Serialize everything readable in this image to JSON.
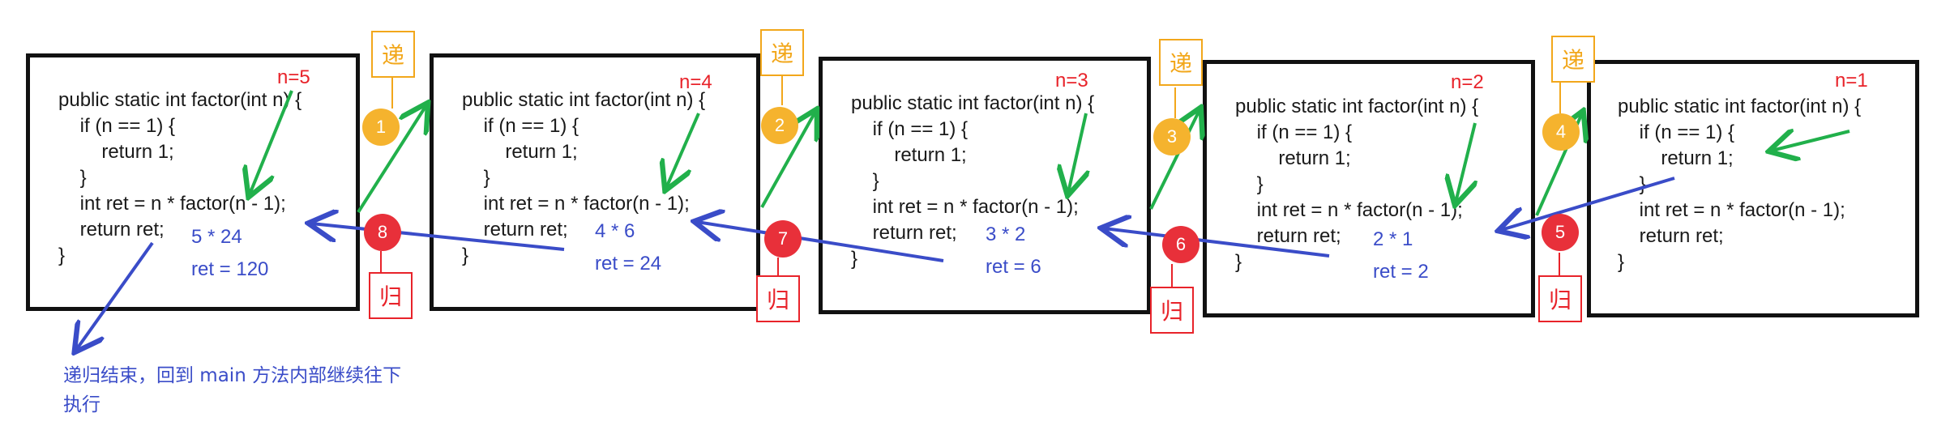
{
  "colors": {
    "frame": "#111111",
    "code": "#1a1a1a",
    "n_label": "#e8232a",
    "calc": "#3a4cc8",
    "recurse_arrow": "#21b04b",
    "return_arrow": "#3a4cc8",
    "di_tag": "#f2a71b",
    "gui_tag": "#e8232a",
    "badge_orange": "#f5b32e",
    "badge_red": "#e8303a"
  },
  "code_lines": [
    "public static int factor(int n) {",
    "    if (n == 1) {",
    "        return 1;",
    "    }",
    "    int ret = n * factor(n - 1);",
    "    return ret;",
    "}"
  ],
  "frames": [
    {
      "n_label": "n=5",
      "calc": "5 * 24",
      "ret": "ret = 120"
    },
    {
      "n_label": "n=4",
      "calc": "4 * 6",
      "ret": "ret = 24"
    },
    {
      "n_label": "n=3",
      "calc": "3 * 2",
      "ret": "ret = 6"
    },
    {
      "n_label": "n=2",
      "calc": "2 * 1",
      "ret": "ret = 2"
    },
    {
      "n_label": "n=1",
      "calc": "",
      "ret": ""
    }
  ],
  "recursion_steps": [
    {
      "badge": "1",
      "tag": "递"
    },
    {
      "badge": "2",
      "tag": "递"
    },
    {
      "badge": "3",
      "tag": "递"
    },
    {
      "badge": "4",
      "tag": "递"
    }
  ],
  "return_steps": [
    {
      "badge": "5",
      "tag": "归"
    },
    {
      "badge": "6",
      "tag": "归"
    },
    {
      "badge": "7",
      "tag": "归"
    },
    {
      "badge": "8",
      "tag": "归"
    }
  ],
  "end_note": "递归结束，回到 main 方法内部继续往下执行"
}
